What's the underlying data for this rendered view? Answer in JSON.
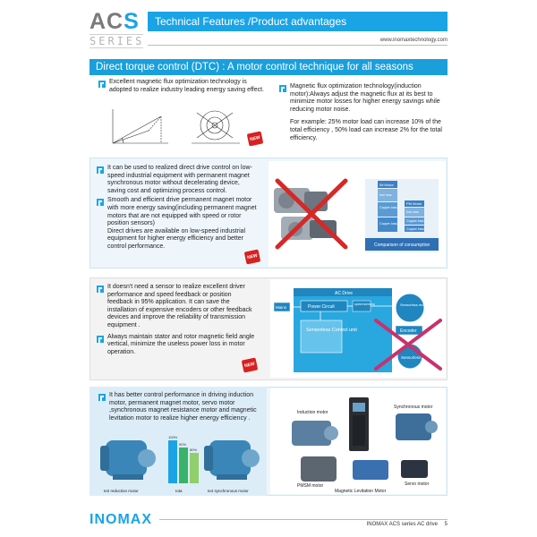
{
  "header": {
    "brand_main": "AC",
    "brand_accent": "S",
    "brand_sub": "SERIES",
    "title": "Technical Features /Product advantages",
    "url": "www.inomaxtechnology.com"
  },
  "section": {
    "title": "Direct torque control (DTC) : A motor control technique for all seasons"
  },
  "block1": {
    "left_text": "Excellent magnetic flux optimization technology is adopted to realize industry leading energy saving effect.",
    "right_text_1": "Magnetic flux optimization technology(induction motor):Always adjust the magnetic flux at its best to minimize motor losses for higher energy savings while reducing motor noise.",
    "right_text_2": "For example: 25% motor load can increase 10% of the total efficiency , 50% load can increase 2% for the total efficiency.",
    "badge": "NEW"
  },
  "block2": {
    "text_1": "It can be used to realized direct drive control on low-speed industrial equipment with permanent magnet synchronous motor without decelerating device, saving cost and optimizing process control.",
    "text_2": "Smooth and efficient drive permanent magnet motor with more energy saving(including permanent magnet motors that are not equipped with speed or rotor position sensors)\nDirect drives are available on low-speed industrial equipment for higher energy efficiency and better control performance.",
    "badge": "NEW",
    "chart_labels": {
      "im_motor": "IM Motor",
      "iron_loss": "Iron loss",
      "copper_loss1": "Copper loss1",
      "copper_loss2": "Copper loss2",
      "pm_motor": "PM Motor",
      "iron_loss_pm": "Iron loss",
      "copper_loss1_pm": "Copper loss1",
      "copper_loss2_pm": "Copper loss2",
      "caption": "Comparison of consumption"
    }
  },
  "block3": {
    "text_1": "It doesn't need a sensor to realize excellent driver performance and speed feedback or position feedback in 95% application. It can save the installation of expensive encoders or other feedback devices and improve the reliability of transmission equipment .",
    "text_2": "Always maintain stator and rotor magnetic field angle vertical, minimize the useless power loss in motor operation.",
    "badge": "NEW",
    "diagram": {
      "ac_drive": "AC Drive",
      "mains": "Mains",
      "power_circuit": "Power Circuit",
      "speed_sensing": "speed sensing",
      "sensorless_control": "Sensorless Control unit",
      "sensorless_motor": "Sensorless motor",
      "encoder": "Encoder",
      "sensorless": "Sensorless"
    }
  },
  "block4": {
    "text": "It has better control performance in driving induction motor, permanent magnet motor, servo motor ,synchronous magnet resistance motor and magnetic levitation motor to realize higher energy efficiency .",
    "bar_values": {
      "left": "100%",
      "right": "90%",
      "mid": "80%"
    },
    "captions": {
      "left": "Ie2 reduction motor",
      "mid": "Iota",
      "right": "Ie4 synchronous motor"
    },
    "motors": {
      "induction": "Induction motor",
      "synchronous": "Synchronous motor",
      "servo": "Servo motor",
      "pmsm": "PMSM motor",
      "maglev": "Magnetic Levitation Motor"
    }
  },
  "footer": {
    "logo": "INOMAX",
    "text": "INOMAX ACS series AC drive",
    "page": "5"
  }
}
